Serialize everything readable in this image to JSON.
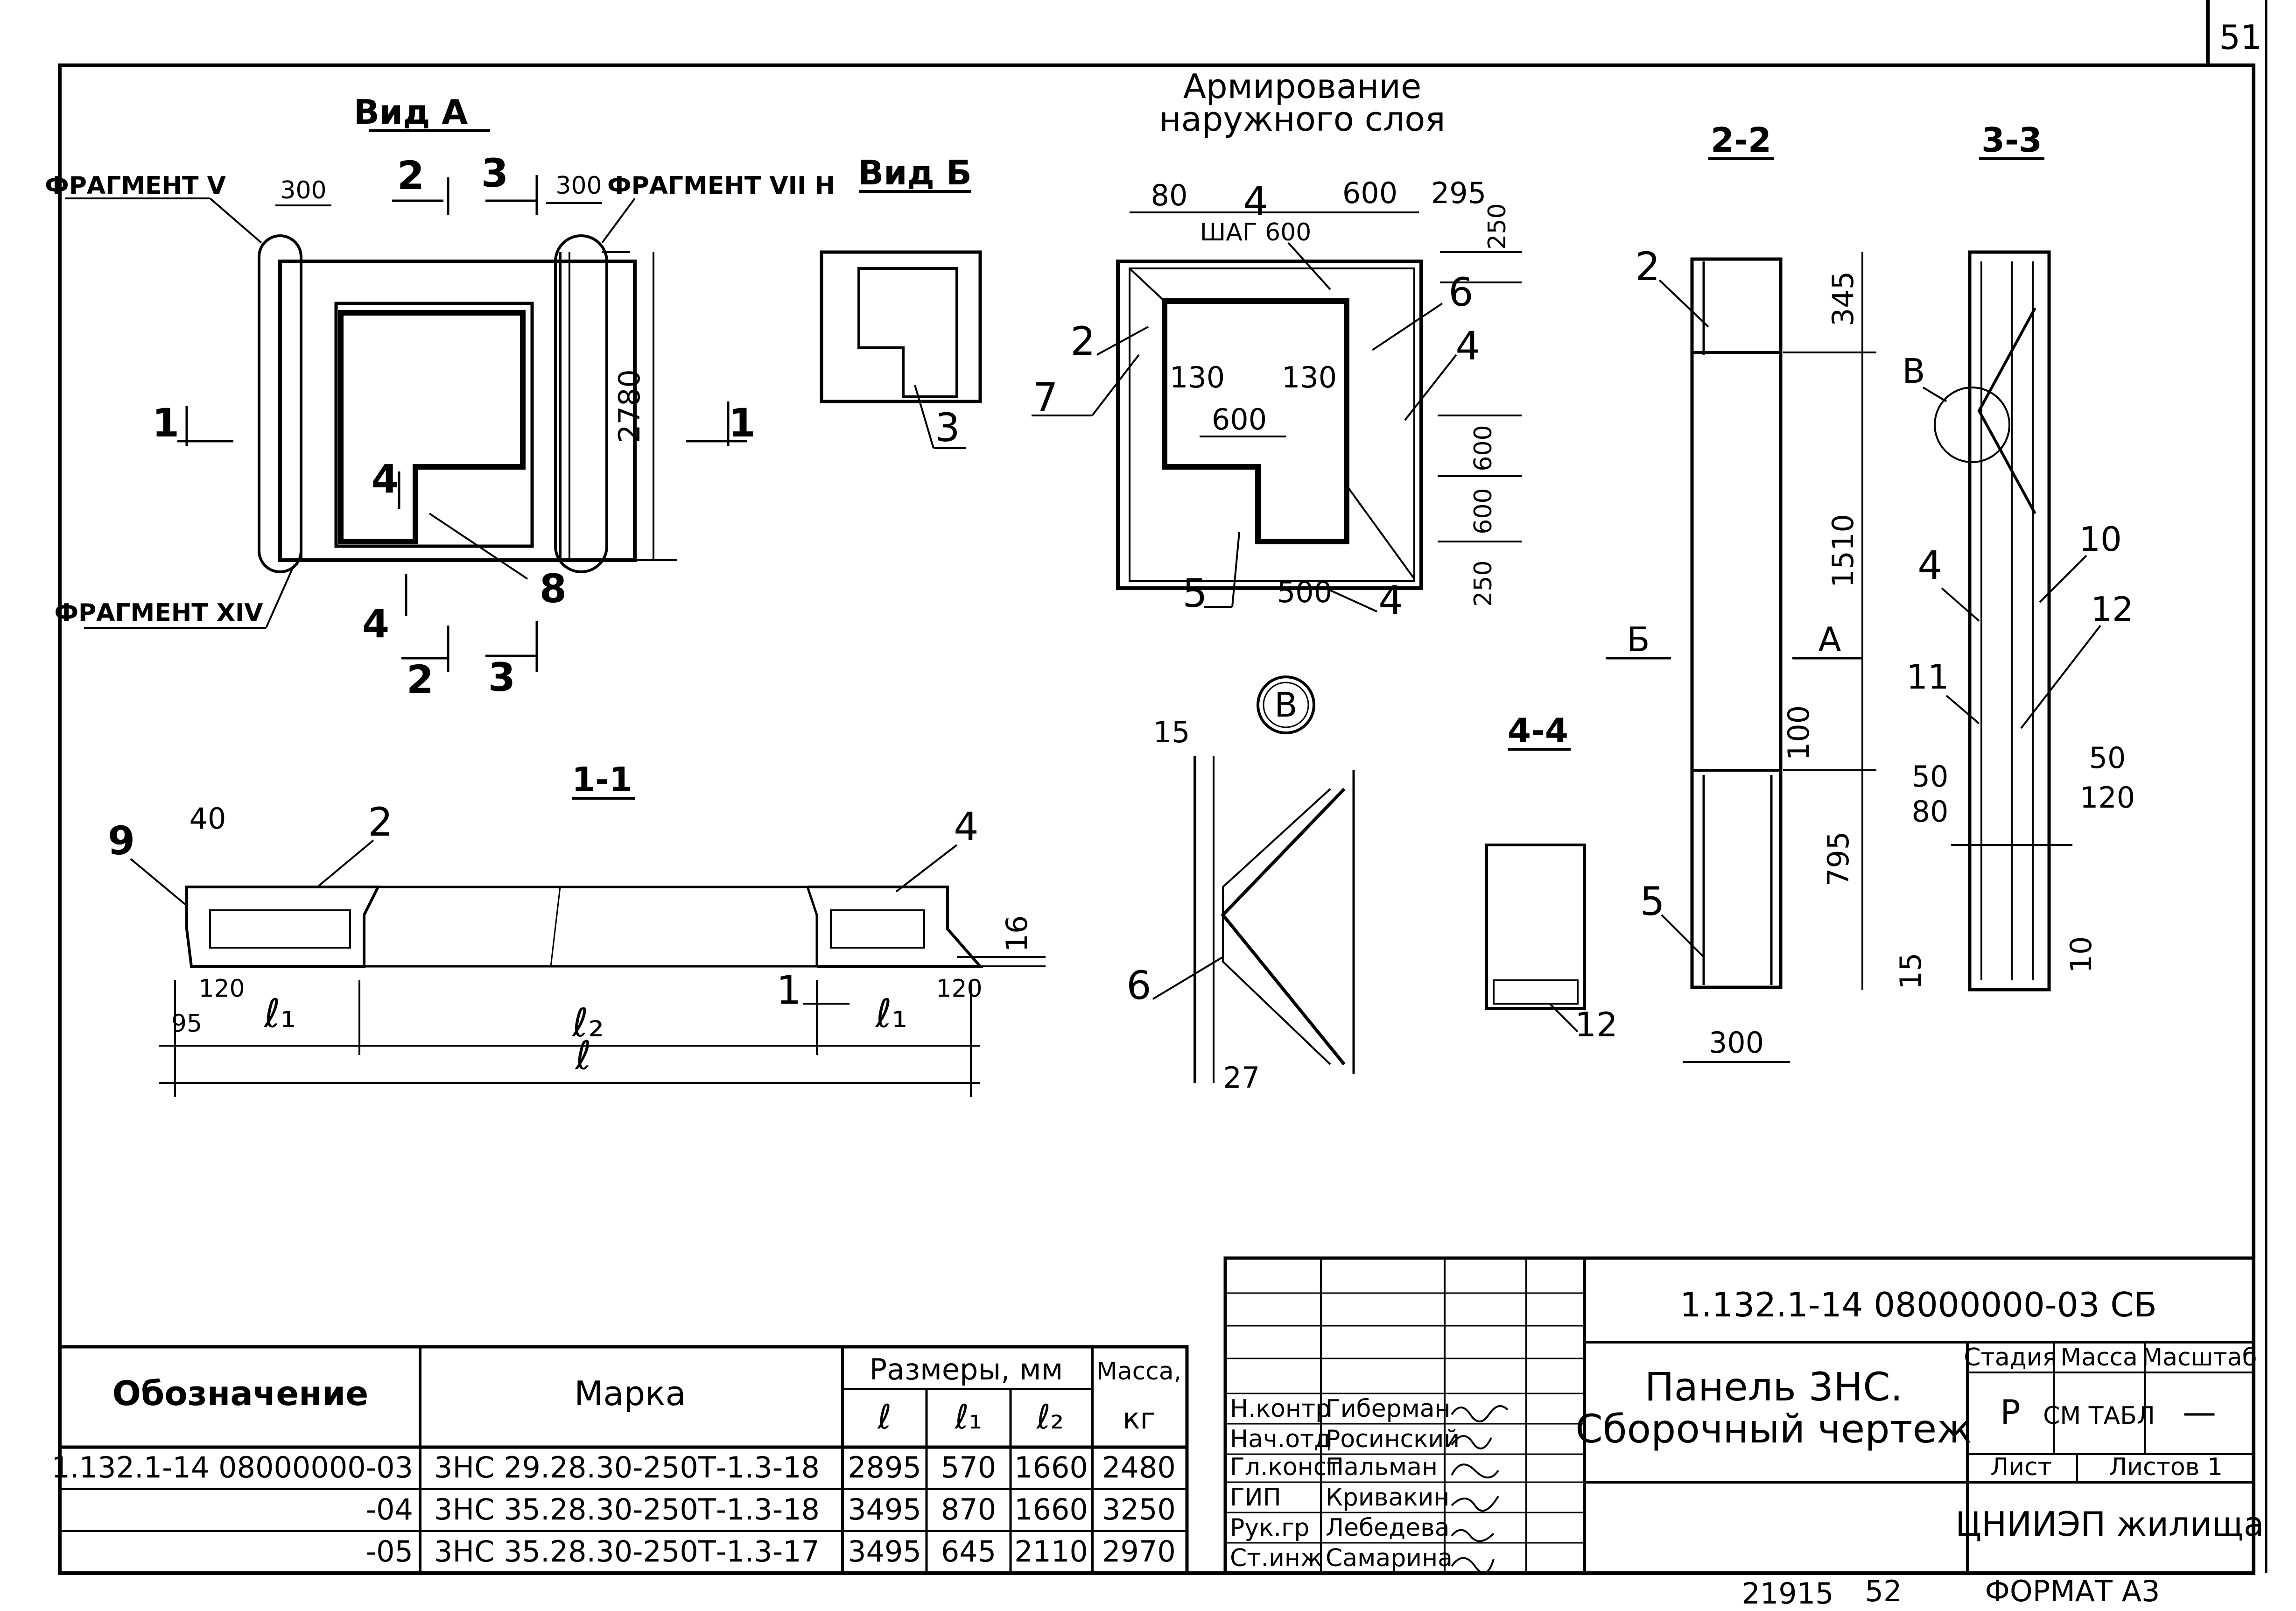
{
  "sheet": {
    "page_number": "51",
    "bottom_code": "21915",
    "bottom_page": "52",
    "format": "ФОРМАТ А3"
  },
  "views": {
    "view_a_title": "Вид А",
    "view_b_title": "Вид Б",
    "reinforcement_title_1": "Армирование",
    "reinforcement_title_2": "наружного слоя",
    "section_1_1": "1-1",
    "section_2_2": "2-2",
    "section_3_3": "3-3",
    "section_4_4": "4-4",
    "callout_v": "В",
    "fragment_v": "ФРАГМЕНТ V",
    "fragment_vii": "ФРАГМЕНТ VII Н",
    "fragment_xiv": "ФРАГМЕНТ XIV",
    "step": "ШАГ 600"
  },
  "dims": {
    "d300a": "300",
    "d300b": "300",
    "d2780": "2780",
    "d80": "80",
    "d600": "600",
    "d295": "295",
    "d250a": "250",
    "d130a": "130",
    "d130b": "130",
    "d600b": "600",
    "d600c": "600",
    "d600d": "600",
    "d250b": "250",
    "d500": "500",
    "d345": "345",
    "d1510": "1510",
    "d100": "100",
    "d795": "795",
    "d300c": "300",
    "d40": "40",
    "d16": "16",
    "d120a": "120",
    "d120b": "120",
    "d95": "95",
    "l1a": "ℓ₁",
    "l2": "ℓ₂",
    "l1b": "ℓ₁",
    "l": "ℓ",
    "d15a": "15",
    "d27": "27",
    "d50a": "50",
    "d50b": "50",
    "d80b": "80",
    "d120c": "120",
    "d15b": "15",
    "d10": "10"
  },
  "marks": {
    "m1a": "1",
    "m1b": "1",
    "m2a": "2",
    "m2b": "2",
    "m3a": "3",
    "m3b": "3",
    "m4a": "4",
    "m4b": "4",
    "m8": "8",
    "m3c": "3",
    "r4a": "4",
    "r2": "2",
    "r7": "7",
    "r6": "6",
    "r4b": "4",
    "r5": "5",
    "r4c": "4",
    "s2": "2",
    "sB": "Б",
    "sA": "А",
    "s5": "5",
    "v4": "4",
    "v10": "10",
    "v11": "11",
    "v12": "12",
    "vB": "В",
    "p9": "9",
    "p2": "2",
    "p4": "4",
    "p1": "1",
    "f6": "6",
    "g12": "12"
  },
  "spec_table": {
    "headers": {
      "designation": "Обозначение",
      "mark": "Марка",
      "sizes": "Размеры, мм",
      "mass": "Масса,",
      "l": "ℓ",
      "l1": "ℓ₁",
      "l2": "ℓ₂",
      "mass_unit": "кг"
    },
    "rows": [
      {
        "designation": "1.132.1-14 08000000-03",
        "mark": "3НС 29.28.30-250Т-1.3-18",
        "l": "2895",
        "l1": "570",
        "l2": "1660",
        "mass": "2480"
      },
      {
        "designation": "-04",
        "mark": "3НС 35.28.30-250Т-1.3-18",
        "l": "3495",
        "l1": "870",
        "l2": "1660",
        "mass": "3250"
      },
      {
        "designation": "-05",
        "mark": "3НС 35.28.30-250Т-1.3-17",
        "l": "3495",
        "l1": "645",
        "l2": "2110",
        "mass": "2970"
      }
    ]
  },
  "title_block": {
    "doc_code": "1.132.1-14   08000000-03 СБ",
    "title_line1": "Панель 3НС.",
    "title_line2": "Сборочный чертеж",
    "stage_header": "Стадия",
    "mass_header": "Масса",
    "scale_header": "Масштаб",
    "stage": "Р",
    "mass_value": "СМ ТАБЛ",
    "scale": "—",
    "sheet_label": "Лист",
    "sheets_label": "Листов 1",
    "org": "ЦНИИЭП жилища",
    "staff": [
      {
        "role": "Н.контр",
        "name": "Гиберман"
      },
      {
        "role": "Нач.отд",
        "name": "Росинский"
      },
      {
        "role": "Гл.конст",
        "name": "Пальман"
      },
      {
        "role": "ГИП",
        "name": "Кривакин"
      },
      {
        "role": "Рук.гр",
        "name": "Лебедева"
      },
      {
        "role": "Ст.инж",
        "name": "Самарина"
      }
    ]
  }
}
